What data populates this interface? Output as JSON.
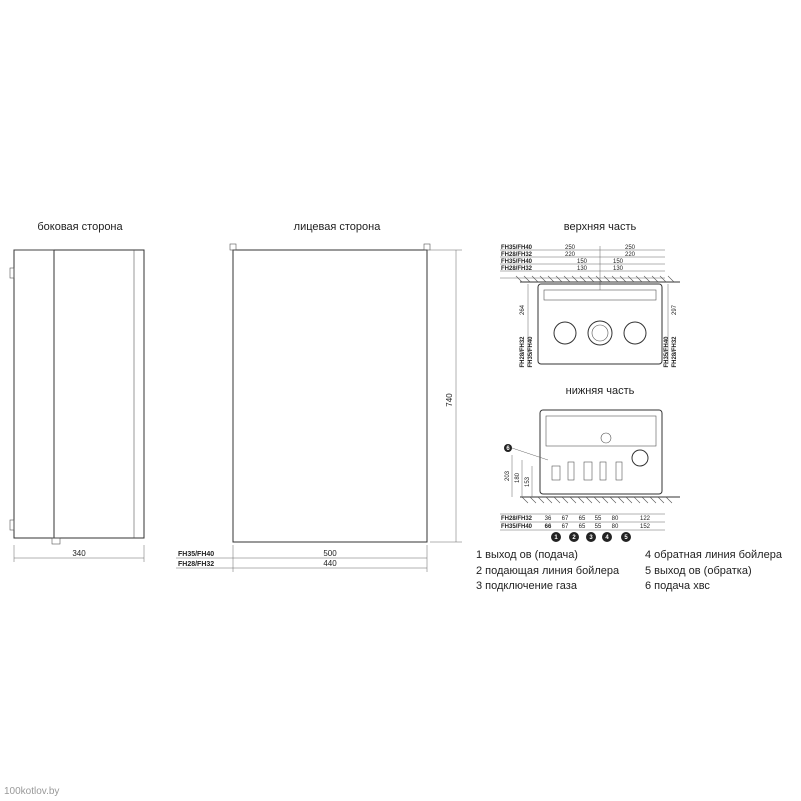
{
  "views": {
    "side": "боковая сторона",
    "front": "лицевая сторона",
    "top": "верхняя часть",
    "bottom": "нижняя часть"
  },
  "dims": {
    "side_width": "340",
    "height": "740",
    "front_w1_model": "FH35/FH40",
    "front_w1": "500",
    "front_w2_model": "FH28/FH32",
    "front_w2": "440"
  },
  "top_table": {
    "rows": [
      {
        "model": "FH35/FH40",
        "a": "250",
        "b": "250"
      },
      {
        "model": "FH28/FH32",
        "a": "220",
        "b": "220"
      },
      {
        "model": "FH35/FH40",
        "a": "150",
        "b": "150"
      },
      {
        "model": "FH28/FH32",
        "a": "130",
        "b": "130"
      }
    ],
    "vert_left": [
      "264",
      "FH28/FH32"
    ],
    "vert_right": [
      "297",
      "FH35/FH40",
      "FH28/FH32"
    ],
    "vert_left2": "FH35/FH40"
  },
  "bottom_table": {
    "left_vert": [
      "203",
      "180",
      "153"
    ],
    "callout6": "6",
    "rows": [
      {
        "model": "FH28/FH32",
        "vals": [
          "36",
          "67",
          "65",
          "55",
          "80",
          "122"
        ]
      },
      {
        "model": "FH35/FH40",
        "vals": [
          "66",
          "67",
          "65",
          "55",
          "80",
          "152"
        ]
      }
    ],
    "markers": [
      "1",
      "2",
      "3",
      "4",
      "5"
    ]
  },
  "legend": {
    "left": [
      "1 выход ов (подача)",
      "2 подающая линия бойлера",
      "3 подключение газа"
    ],
    "right": [
      "4 обратная линия бойлера",
      "5 выход ов (обратка)",
      "6 подача хвс"
    ]
  },
  "watermark": "100kotlov.by"
}
